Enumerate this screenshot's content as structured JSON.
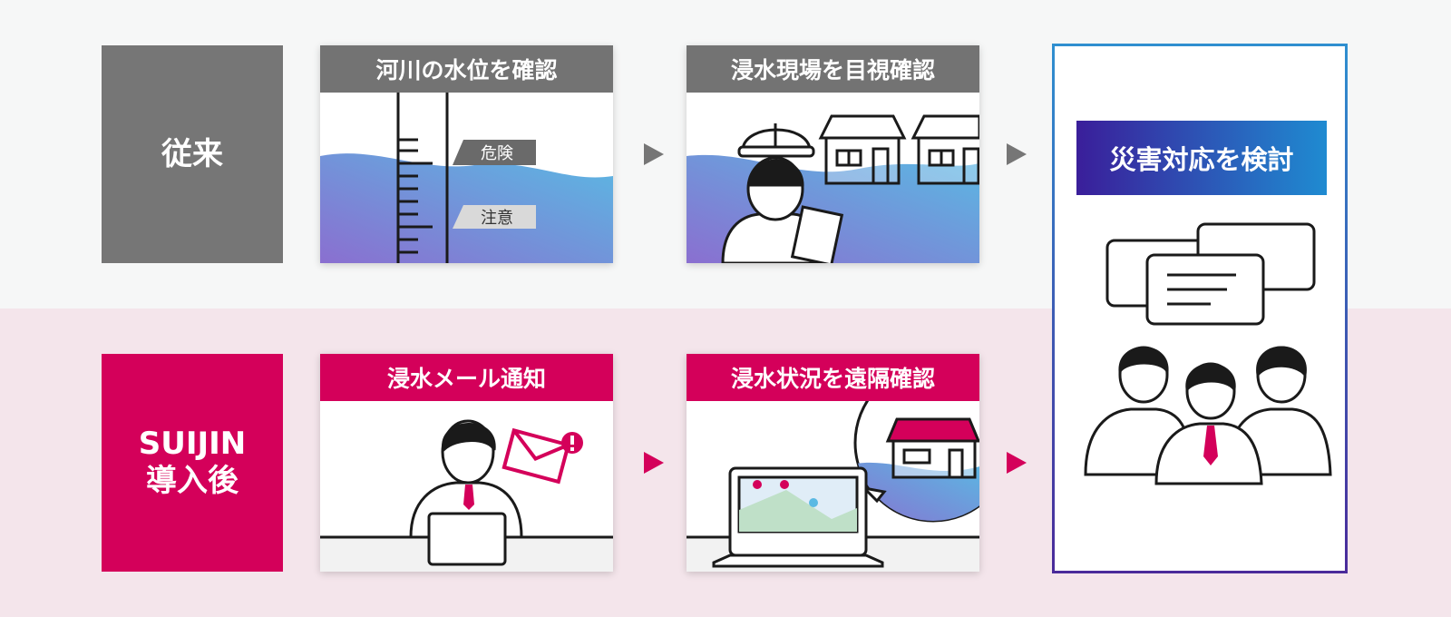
{
  "rows": {
    "before": {
      "label": "従来"
    },
    "after": {
      "label_line1": "SUIJIN",
      "label_line2": "導入後"
    }
  },
  "steps": {
    "before_step1": {
      "title": "河川の水位を確認",
      "danger": "危険",
      "caution": "注意"
    },
    "before_step2": {
      "title": "浸水現場を目視確認"
    },
    "after_step1": {
      "title": "浸水メール通知"
    },
    "after_step2": {
      "title": "浸水状況を遠隔確認"
    }
  },
  "result": {
    "title": "災害対応を検討"
  },
  "colors": {
    "gray": "#767676",
    "pink": "#d4005a",
    "water_start": "#8a6fd0",
    "water_end": "#5ab9e3"
  },
  "icons": [
    "water-gauge-icon",
    "worker-helmet-icon",
    "house-icon",
    "envelope-alert-icon",
    "person-laptop-icon",
    "laptop-map-icon",
    "speech-bubble-icon",
    "people-meeting-icon"
  ]
}
